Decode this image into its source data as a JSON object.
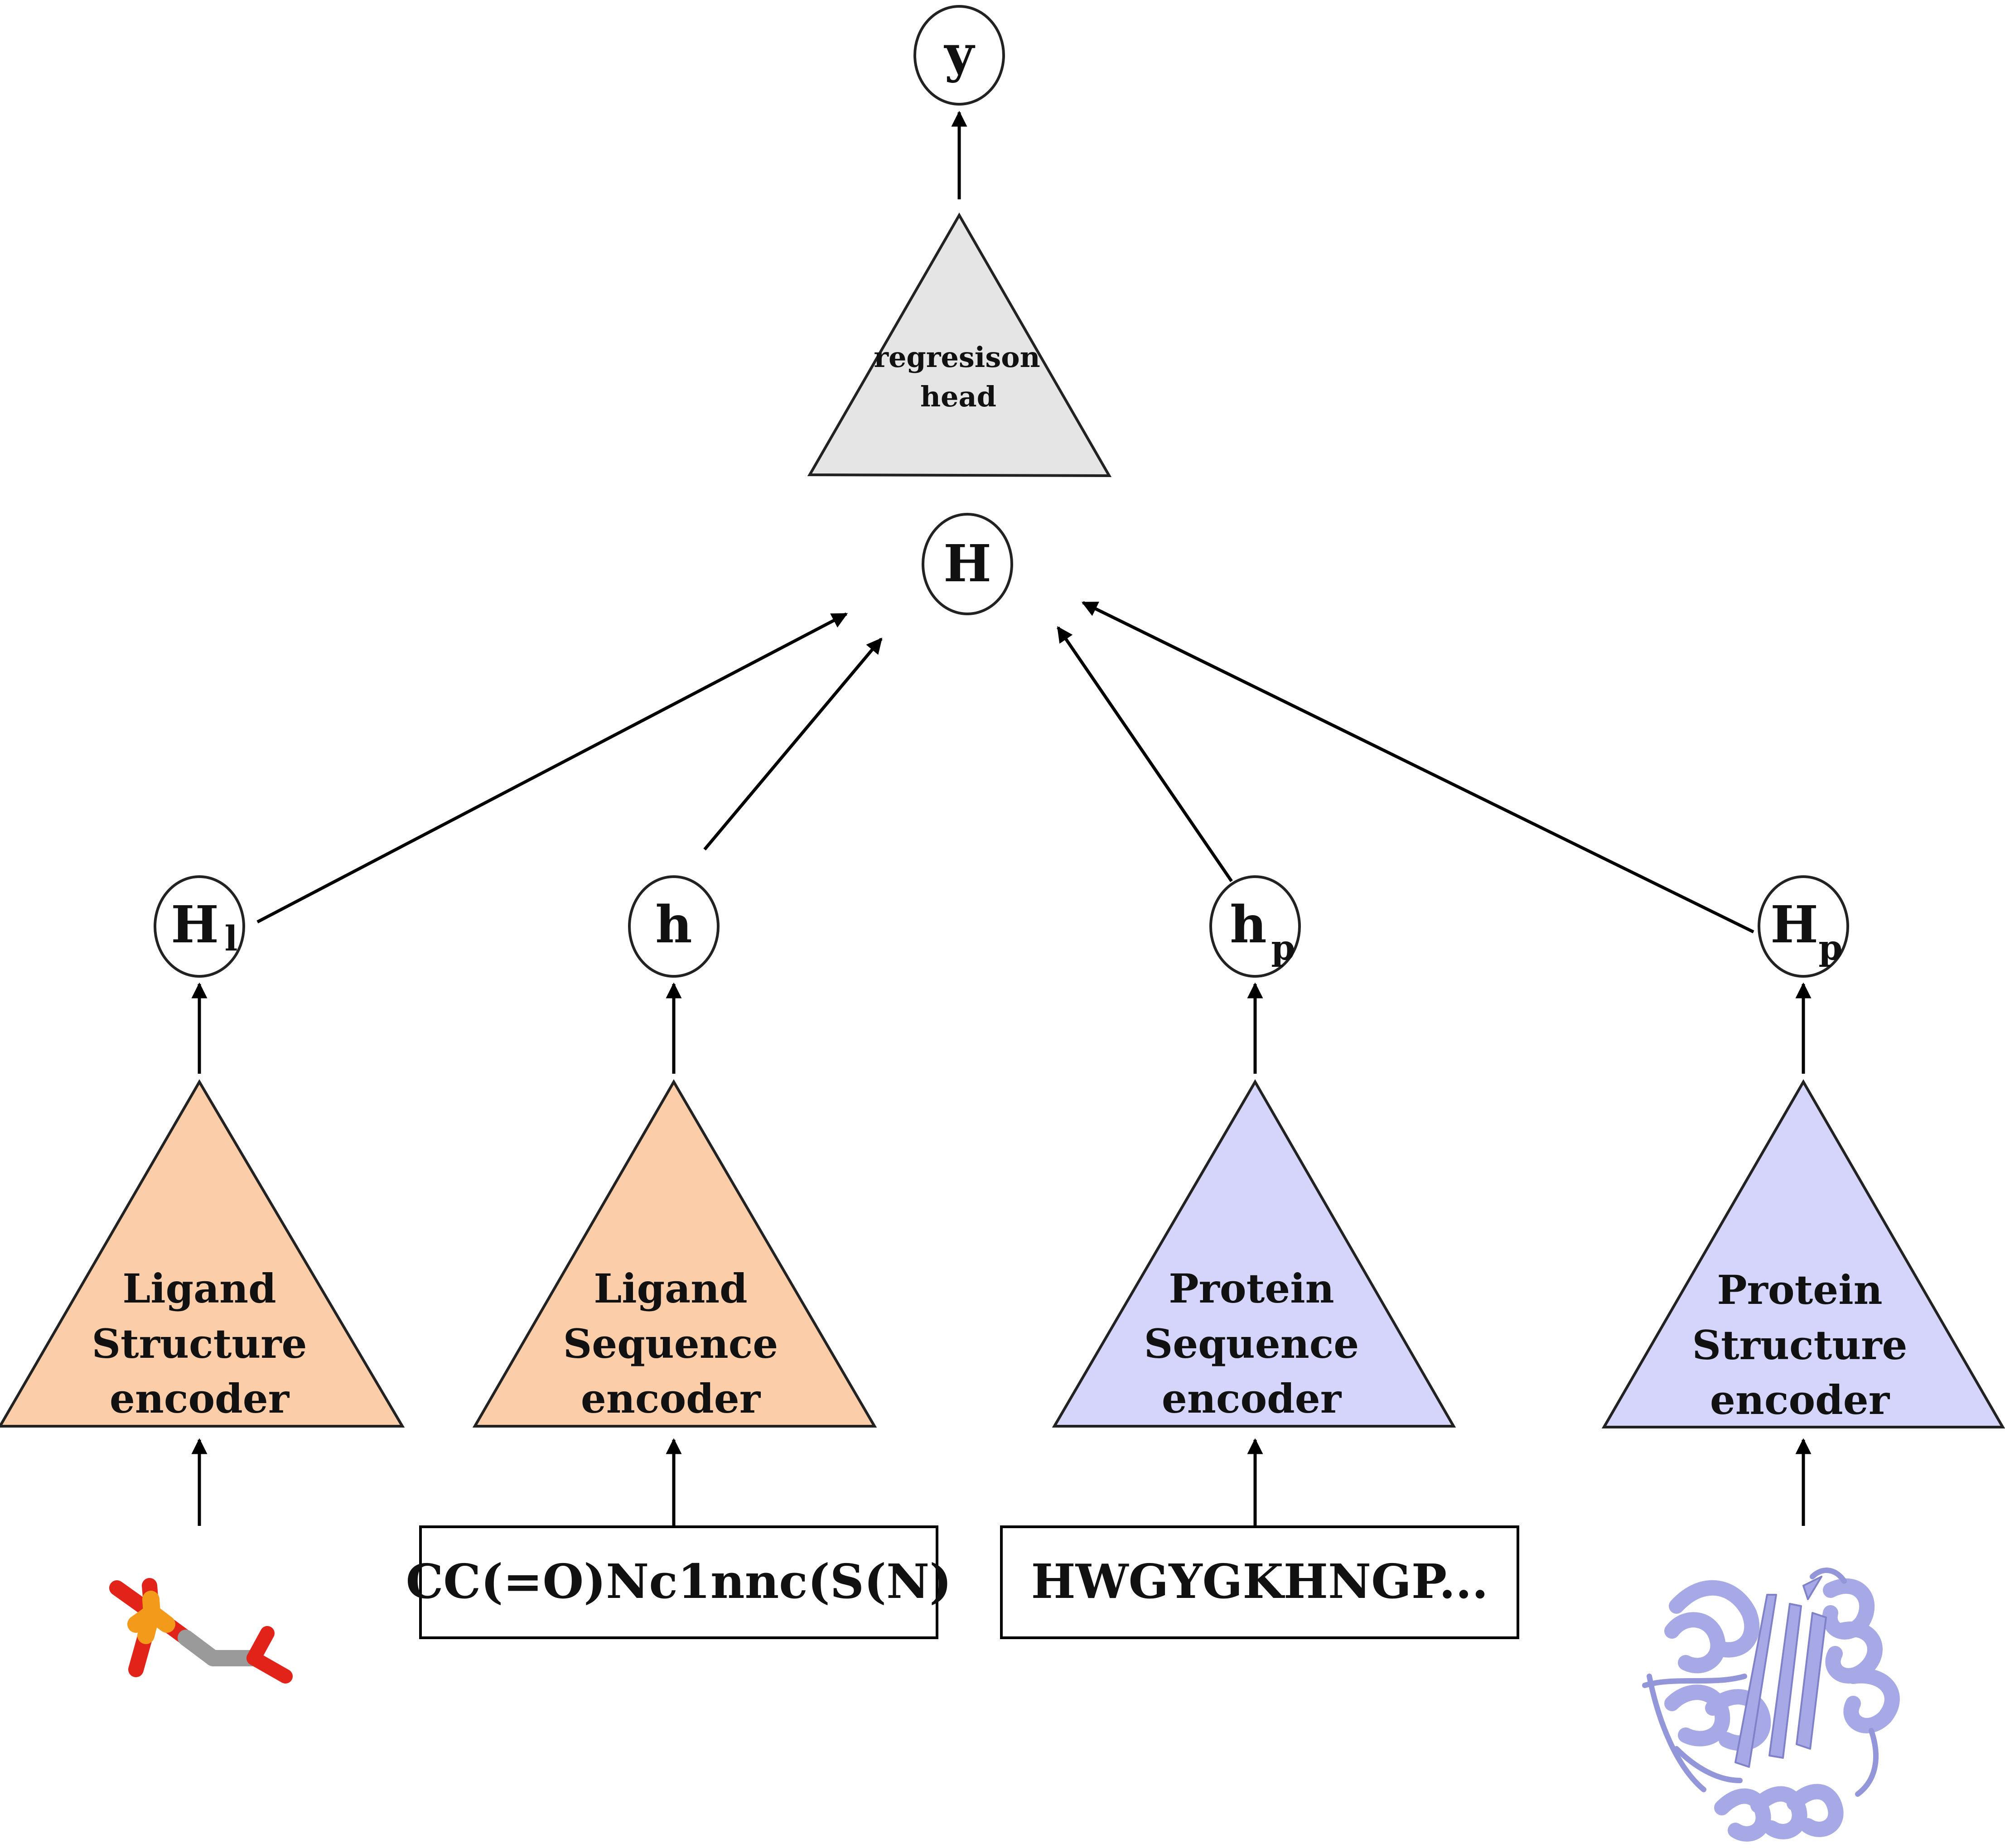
{
  "colors": {
    "ligand_fill": "#fbcda9",
    "protein_fill": "#d5d5fb",
    "head_fill": "#e5e5e5",
    "stroke": "#222222",
    "arrow": "#000000",
    "phosphorus": "#f39a1a",
    "oxygen": "#e2231a",
    "carbon": "#9a9a9a",
    "protein_cartoon": "#a7a9e6"
  },
  "output_node": {
    "label": "y"
  },
  "regression_head": {
    "line1": "regresison",
    "line2": "head"
  },
  "combined_node": {
    "label": "H"
  },
  "embedding_nodes": [
    {
      "main": "H",
      "sub": "l"
    },
    {
      "main": "h",
      "sub": ""
    },
    {
      "main": "h",
      "sub": "p"
    },
    {
      "main": "H",
      "sub": "p"
    }
  ],
  "encoders": [
    {
      "lines": [
        "Ligand",
        "Structure",
        "encoder"
      ],
      "kind": "ligand"
    },
    {
      "lines": [
        "Ligand",
        "Sequence",
        "encoder"
      ],
      "kind": "ligand"
    },
    {
      "lines": [
        "Protein",
        "Sequence",
        "encoder"
      ],
      "kind": "protein"
    },
    {
      "lines": [
        "Protein",
        "Structure",
        "encoder"
      ],
      "kind": "protein"
    }
  ],
  "inputs": {
    "ligand_smiles": "CC(=O)Nc1nnc(S(N)",
    "protein_sequence": "HWGYGKHNGP...",
    "ligand_structure_icon": "ligand-3d-molecule-icon",
    "protein_structure_icon": "protein-cartoon-icon"
  }
}
